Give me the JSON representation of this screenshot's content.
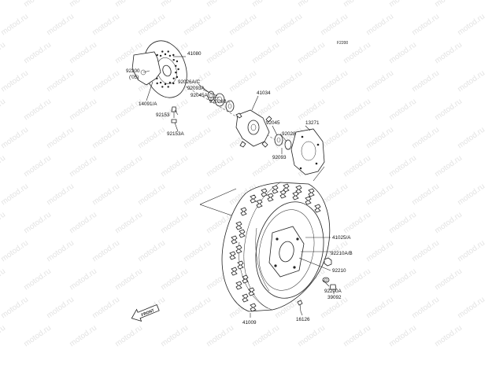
{
  "watermark": {
    "text": "motod.ru"
  },
  "diagram": {
    "code": "F2200",
    "labels": {
      "l41080": "41080",
      "l92200": "92200",
      "l92200_sub": "('05)",
      "l14091": "14091/A",
      "l92153": "92153",
      "l92153A": "92153A",
      "l92026AC": "92026A/C",
      "l92093A": "92093A",
      "l92045A": "92045A",
      "l92026B": "92026B",
      "l41034": "41034",
      "l13271": "13271",
      "l92045": "92045",
      "l92028": "92028",
      "l92093": "92093",
      "l41025": "41025/A",
      "l92210AB": "92210A/B",
      "l92210": "92210",
      "l92200A": "92200A",
      "l39092": "39092",
      "l16126": "16126",
      "l41009": "41009",
      "front": "FRONT"
    }
  }
}
